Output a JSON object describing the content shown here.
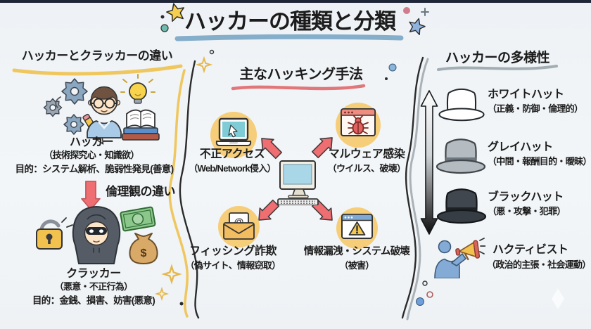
{
  "title": "ハッカーの種類と分類",
  "left": {
    "header": "ハッカーとクラッカーの違い",
    "hacker": {
      "name": "ハッカー",
      "trait": "（技術探究心・知識欲）",
      "purpose": "目的：システム解析、脆弱性発見(善意)"
    },
    "transition_label": "倫理観の違い",
    "cracker": {
      "name": "クラッカー",
      "trait": "（悪意・不正行為）",
      "purpose": "目的：金銭、損害、妨害(悪意)"
    }
  },
  "middle": {
    "header": "主なハッキング手法",
    "items": [
      {
        "name": "不正アクセス",
        "detail": "（Web/Network侵入）"
      },
      {
        "name": "マルウェア感染",
        "detail": "（ウイルス、破壊）"
      },
      {
        "name": "フィッシング詐欺",
        "detail": "（偽サイト、情報窃取）"
      },
      {
        "name": "情報漏洩・システム破壊",
        "detail": "（被害）"
      }
    ]
  },
  "right": {
    "header": "ハッカーの多様性",
    "items": [
      {
        "name": "ホワイトハット",
        "detail": "（正義・防御・倫理的）"
      },
      {
        "name": "グレイハット",
        "detail": "（中間・報酬目的・曖昧）"
      },
      {
        "name": "ブラックハット",
        "detail": "（悪・攻撃・犯罪）"
      },
      {
        "name": "ハクティビスト",
        "detail": "（政治的主張・社会運動）"
      }
    ]
  },
  "icons": {
    "at_symbol": "@",
    "dollar_symbol": "$"
  },
  "colors": {
    "title_underline": "#85aecb",
    "left_underline": "#f0c75e",
    "middle_underline": "#e2777a",
    "right_underline": "#a2aeb4",
    "icon_circle": "#f6cd79",
    "arrow_red": "#ee6e72",
    "background": "#f0f4f6",
    "top_bar": "#1e2637"
  }
}
